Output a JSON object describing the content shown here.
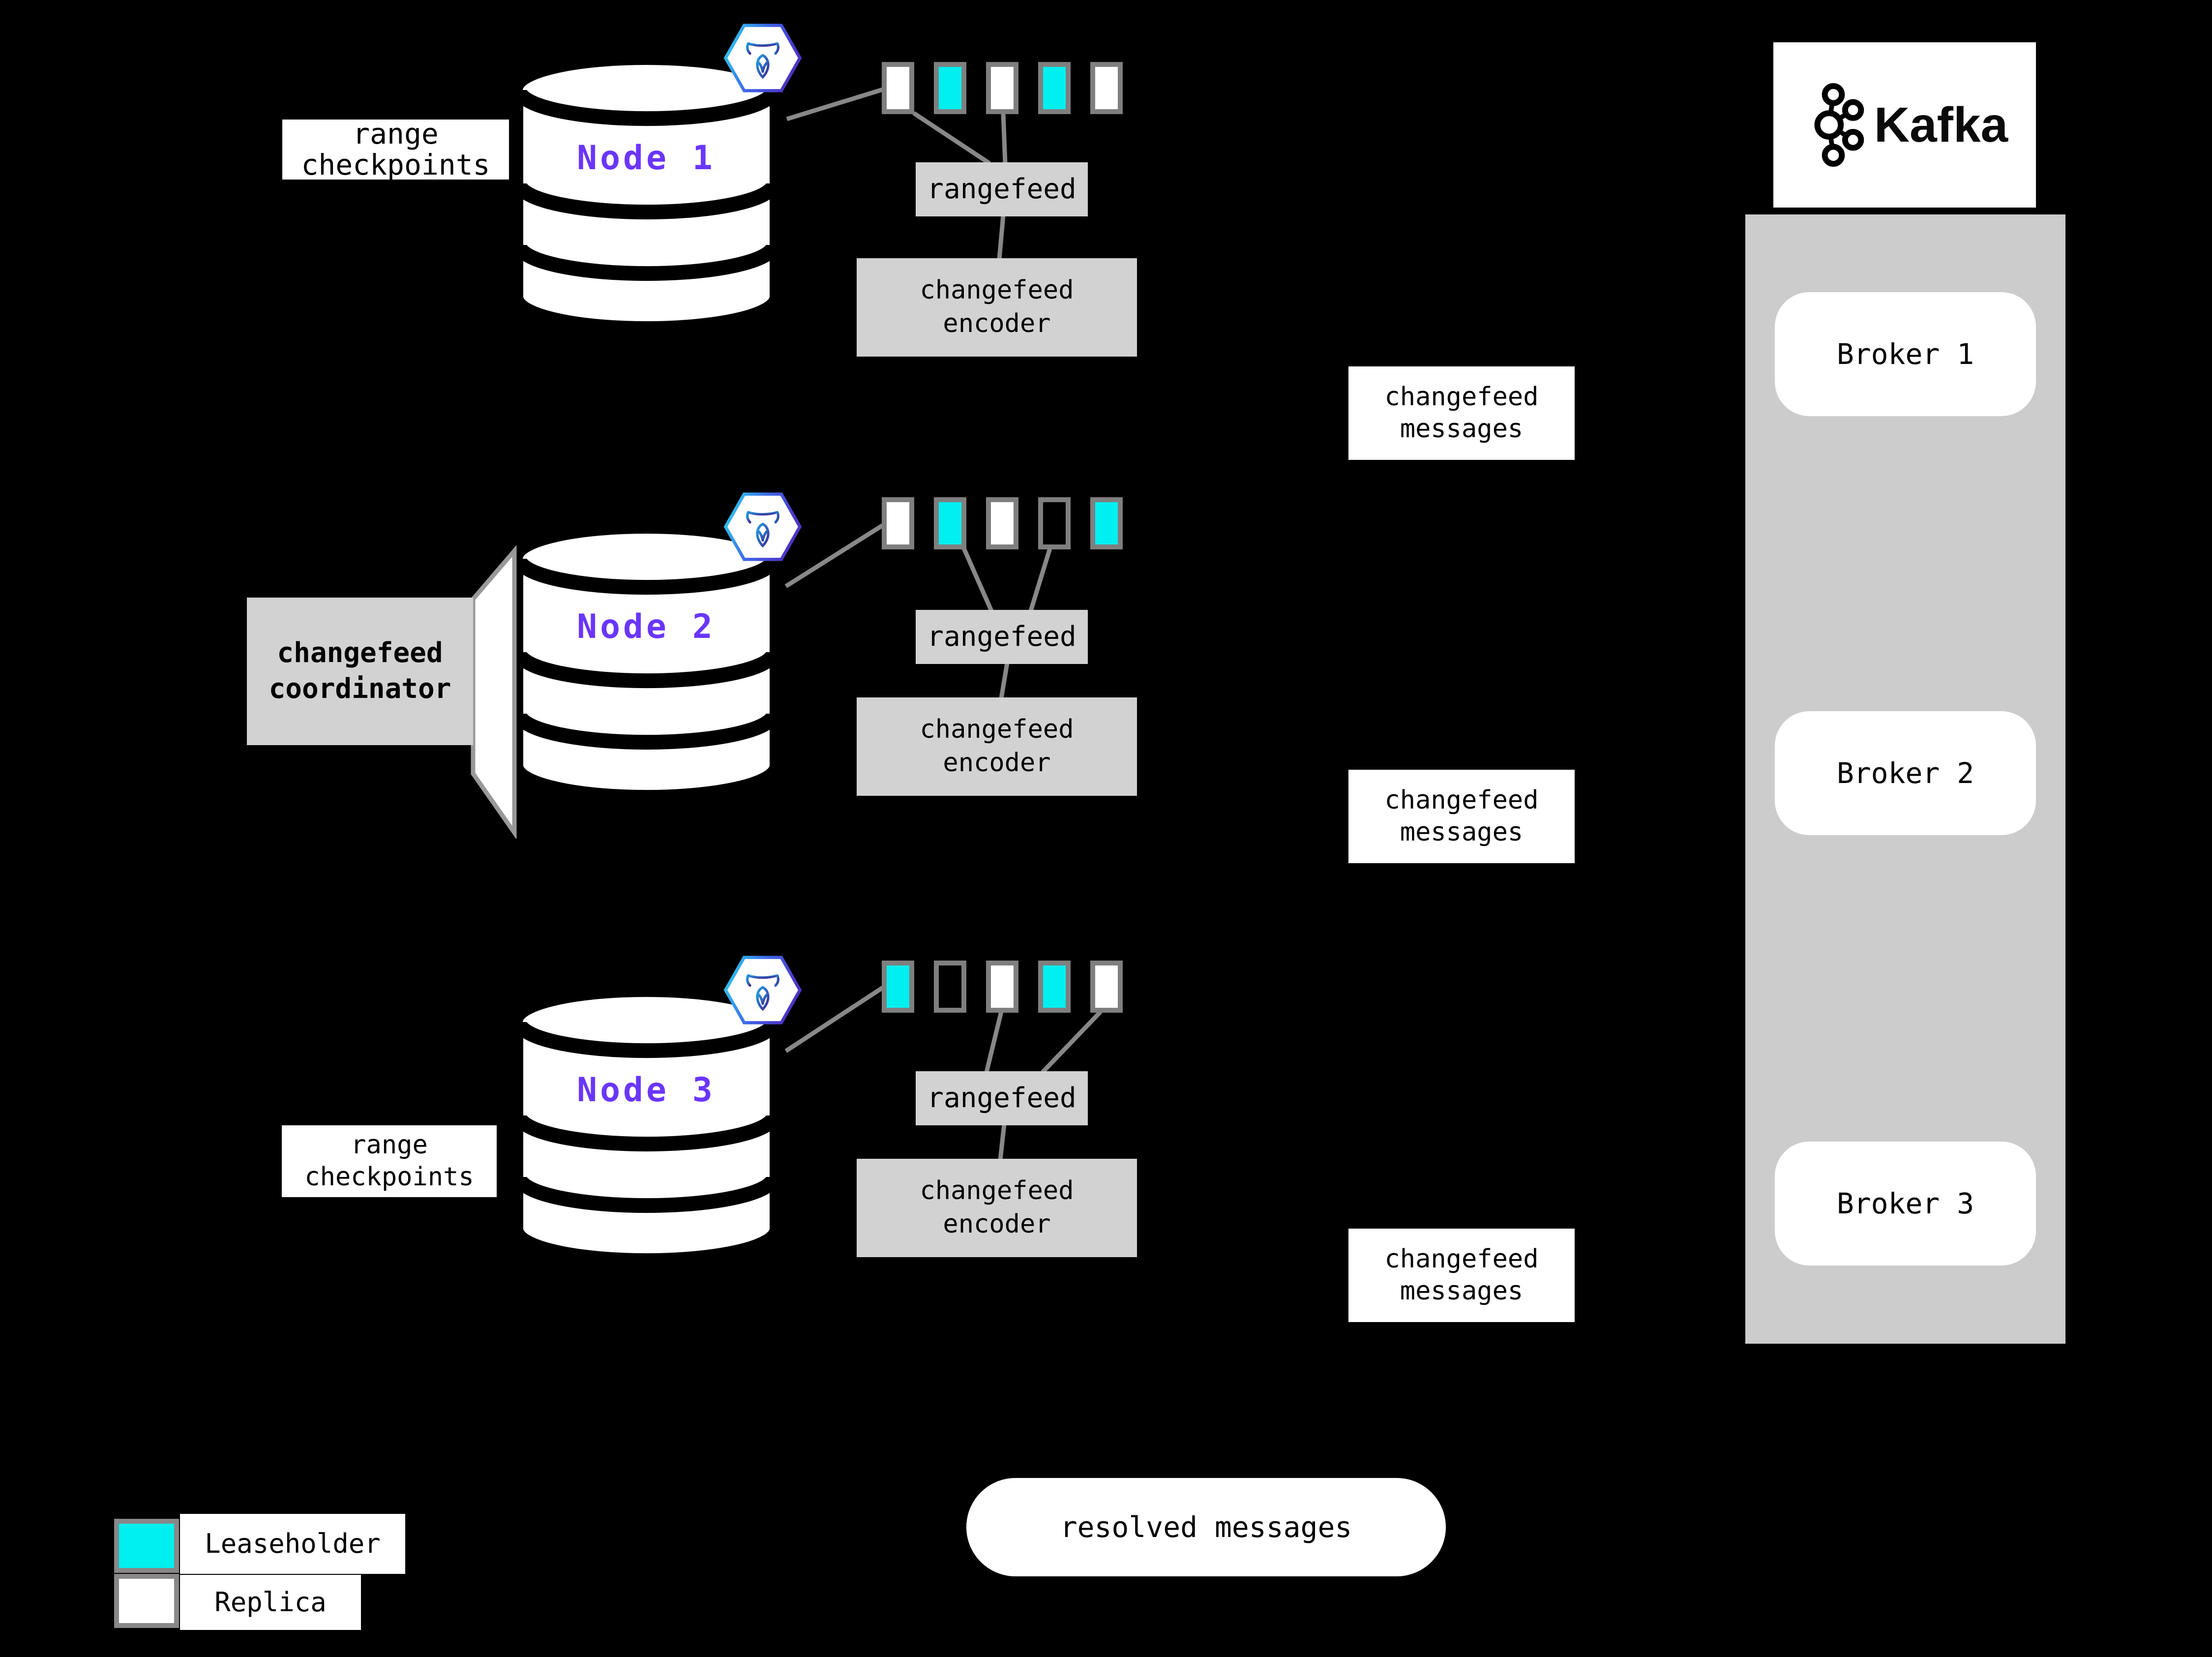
{
  "colors": {
    "leaseholder": "#00efef",
    "replica": "#ffffff",
    "empty": "transparent",
    "node_label": "#6a36fc",
    "process_box": "#d2d2d2",
    "kafka_panel": "#cccccc",
    "connector_line": "#888888",
    "square_border": "#7f7f7f"
  },
  "labels": {
    "range_checkpoints": [
      "range",
      "checkpoints"
    ],
    "rangefeed": "rangefeed",
    "changefeed_encoder": [
      "changefeed",
      "encoder"
    ],
    "changefeed_messages": [
      "changefeed",
      "messages"
    ],
    "changefeed_coordinator": [
      "changefeed",
      "coordinator"
    ],
    "resolved_messages": "resolved messages"
  },
  "nodes": [
    {
      "name": "Node 1",
      "ranges": [
        "replica",
        "leaseholder",
        "replica",
        "leaseholder",
        "replica"
      ]
    },
    {
      "name": "Node 2",
      "ranges": [
        "replica",
        "leaseholder",
        "replica",
        "empty",
        "leaseholder"
      ]
    },
    {
      "name": "Node 3",
      "ranges": [
        "leaseholder",
        "empty",
        "replica",
        "leaseholder",
        "replica"
      ]
    }
  ],
  "kafka": {
    "name": "Kafka",
    "brokers": [
      "Broker 1",
      "Broker 2",
      "Broker 3"
    ]
  },
  "legend": {
    "items": [
      {
        "label": "Leaseholder",
        "swatch": "leaseholder"
      },
      {
        "label": "Replica",
        "swatch": "replica"
      }
    ]
  }
}
